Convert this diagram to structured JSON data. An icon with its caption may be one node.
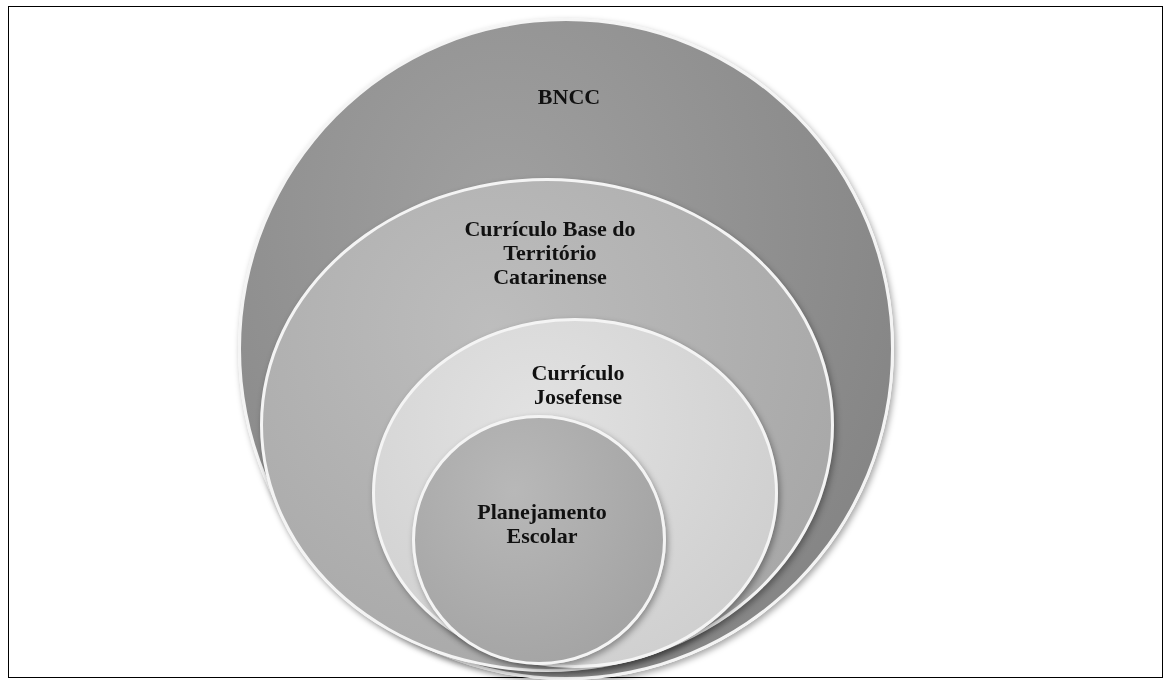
{
  "diagram": {
    "nodes": [
      {
        "text": [
          "BNCC"
        ]
      },
      {
        "text": [
          "Currículo Base do Território Catarinense"
        ],
        "in": 0
      },
      {
        "text": [
          "Currículo Josefense"
        ],
        "in": 1
      },
      {
        "text": [
          "Planejamento Escolar"
        ],
        "in": 2
      }
    ]
  }
}
